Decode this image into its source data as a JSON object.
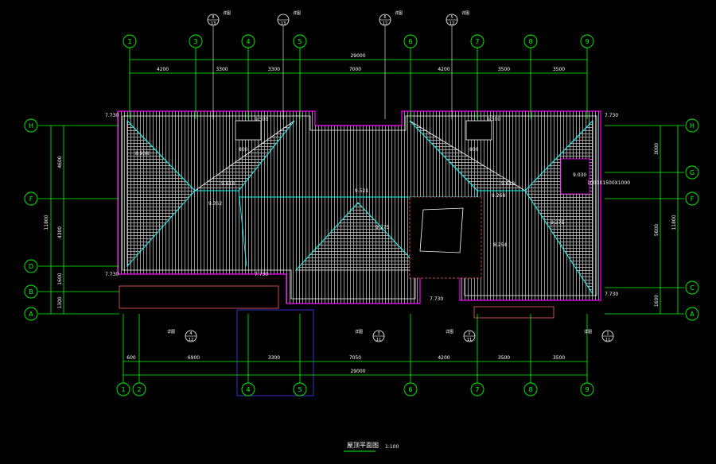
{
  "title": "屋顶平面图",
  "scale": "1:100",
  "colors": {
    "background": "#000000",
    "grid": "#00ff00",
    "roof_hatch": "#c8c8c8",
    "wall_outline": "#ffffff",
    "eave": "#ff00ff",
    "text": "#ffffff",
    "ridge": "#00ffff",
    "base": "#ff6060",
    "dims": "#00ff00"
  },
  "axes_vertical": [
    "1",
    "3",
    "4",
    "5",
    "6",
    "7",
    "8",
    "9"
  ],
  "axes_vertical_bottom": [
    "1",
    "2",
    "4",
    "5",
    "6",
    "7",
    "8",
    "9"
  ],
  "axes_horizontal_left": [
    "H",
    "F",
    "D",
    "B",
    "A"
  ],
  "axes_horizontal_right": [
    "H",
    "G",
    "F",
    "C",
    "A"
  ],
  "dims_top_total": "29000",
  "dims_top": [
    "4200",
    "3300",
    "3300",
    "7000",
    "4200",
    "3500",
    "3500"
  ],
  "dims_bottom_total": "29000",
  "dims_bottom": [
    "600",
    "6900",
    "3300",
    "7050",
    "4200",
    "3500",
    "3500"
  ],
  "dims_left_total": "11800",
  "dims_left": [
    "4600",
    "4300",
    "1600",
    "1300"
  ],
  "dims_right_total": "11800",
  "dims_right": [
    "3000",
    "5600",
    "1600"
  ],
  "elevations": [
    "7.730",
    "7.730",
    "7.730",
    "7.730",
    "7.730",
    "7.730",
    "9.500",
    "9.500",
    "9.618",
    "9.352",
    "9.521",
    "9.268",
    "9.618",
    "9.275",
    "9.275",
    "8.254",
    "9.030",
    "8.938"
  ],
  "callouts_top": [
    {
      "num": "8",
      "den": "13",
      "label": "详图"
    },
    {
      "num": "",
      "den": "13",
      "label": "详图"
    },
    {
      "num": "6",
      "den": "12",
      "label": "详图"
    },
    {
      "num": "5",
      "den": "12",
      "label": "详图"
    }
  ],
  "callouts_bottom": [
    {
      "num": "4",
      "den": "12",
      "label": "详图"
    },
    {
      "num": "3",
      "den": "11",
      "label": "详图"
    },
    {
      "num": "2",
      "den": "11",
      "label": "详图"
    },
    {
      "num": "1",
      "den": "11",
      "label": "详图"
    }
  ],
  "window_note": "1000X1500X1000",
  "skylight_dims": [
    "800",
    "800"
  ]
}
